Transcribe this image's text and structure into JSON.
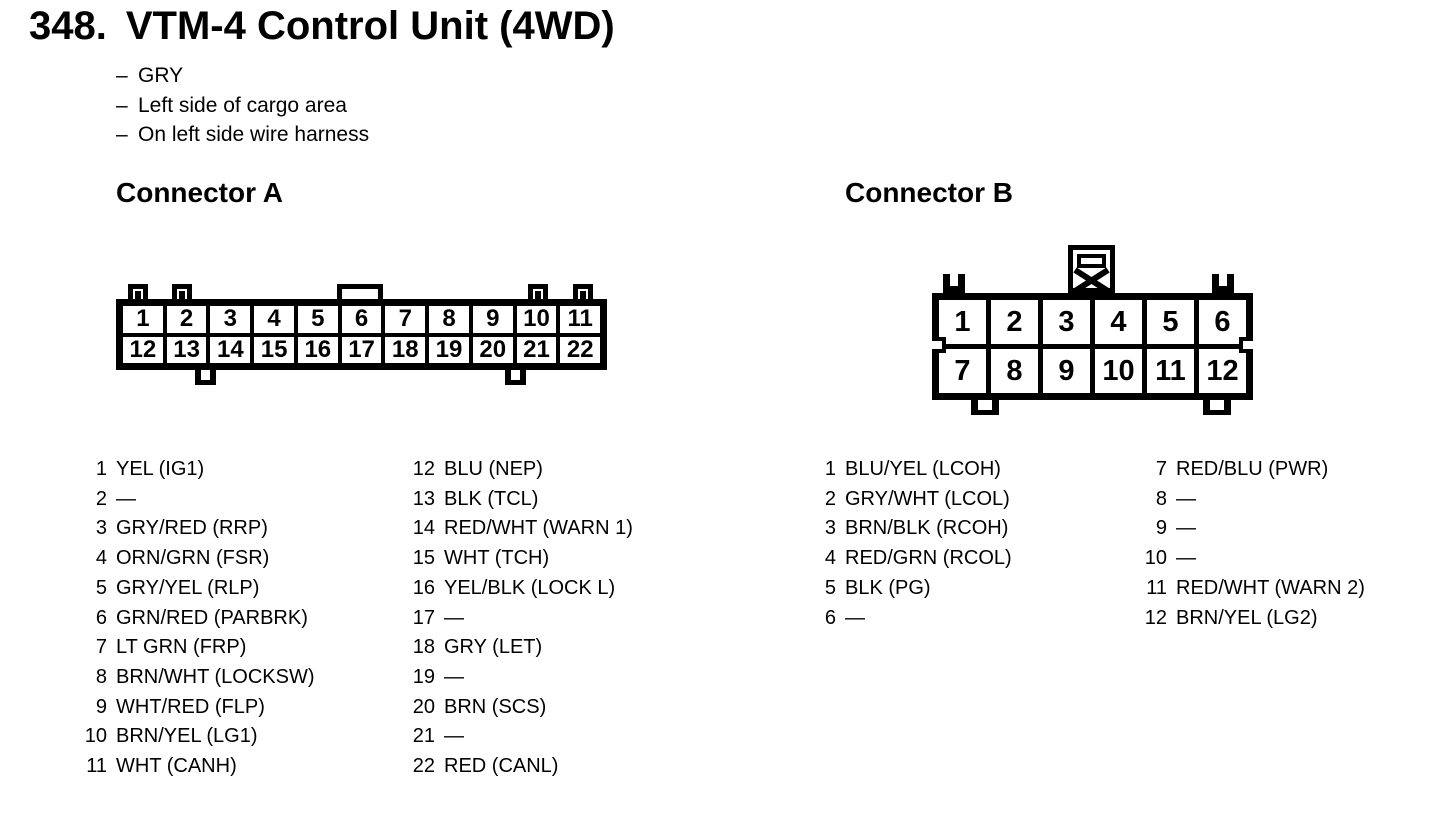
{
  "page": {
    "section_number": "348.",
    "title": "VTM-4 Control Unit (4WD)",
    "bullet_char": "–",
    "notes": [
      "GRY",
      "Left side of cargo area",
      "On left side wire harness"
    ]
  },
  "colors": {
    "ink": "#000000",
    "paper": "#ffffff"
  },
  "connector_a": {
    "heading": "Connector A",
    "pins_top": [
      "1",
      "2",
      "3",
      "4",
      "5",
      "6",
      "7",
      "8",
      "9",
      "10",
      "11"
    ],
    "pins_bottom": [
      "12",
      "13",
      "14",
      "15",
      "16",
      "17",
      "18",
      "19",
      "20",
      "21",
      "22"
    ],
    "list_col1": [
      {
        "num": "1",
        "label": "YEL (IG1)"
      },
      {
        "num": "2",
        "label": "—"
      },
      {
        "num": "3",
        "label": "GRY/RED (RRP)"
      },
      {
        "num": "4",
        "label": "ORN/GRN (FSR)"
      },
      {
        "num": "5",
        "label": "GRY/YEL (RLP)"
      },
      {
        "num": "6",
        "label": "GRN/RED (PARBRK)"
      },
      {
        "num": "7",
        "label": "LT GRN (FRP)"
      },
      {
        "num": "8",
        "label": "BRN/WHT (LOCKSW)"
      },
      {
        "num": "9",
        "label": "WHT/RED (FLP)"
      },
      {
        "num": "10",
        "label": "BRN/YEL (LG1)"
      },
      {
        "num": "11",
        "label": "WHT (CANH)"
      }
    ],
    "list_col2": [
      {
        "num": "12",
        "label": "BLU (NEP)"
      },
      {
        "num": "13",
        "label": "BLK (TCL)"
      },
      {
        "num": "14",
        "label": "RED/WHT (WARN 1)"
      },
      {
        "num": "15",
        "label": "WHT (TCH)"
      },
      {
        "num": "16",
        "label": "YEL/BLK (LOCK L)"
      },
      {
        "num": "17",
        "label": "—"
      },
      {
        "num": "18",
        "label": "GRY (LET)"
      },
      {
        "num": "19",
        "label": "—"
      },
      {
        "num": "20",
        "label": "BRN (SCS)"
      },
      {
        "num": "21",
        "label": "—"
      },
      {
        "num": "22",
        "label": "RED (CANL)"
      }
    ]
  },
  "connector_b": {
    "heading": "Connector B",
    "pins_top": [
      "1",
      "2",
      "3",
      "4",
      "5",
      "6"
    ],
    "pins_bottom": [
      "7",
      "8",
      "9",
      "10",
      "11",
      "12"
    ],
    "list_col1": [
      {
        "num": "1",
        "label": "BLU/YEL (LCOH)"
      },
      {
        "num": "2",
        "label": "GRY/WHT (LCOL)"
      },
      {
        "num": "3",
        "label": "BRN/BLK (RCOH)"
      },
      {
        "num": "4",
        "label": "RED/GRN (RCOL)"
      },
      {
        "num": "5",
        "label": "BLK (PG)"
      },
      {
        "num": "6",
        "label": "—"
      }
    ],
    "list_col2": [
      {
        "num": "7",
        "label": "RED/BLU (PWR)"
      },
      {
        "num": "8",
        "label": "—"
      },
      {
        "num": "9",
        "label": "—"
      },
      {
        "num": "10",
        "label": "—"
      },
      {
        "num": "11",
        "label": "RED/WHT (WARN 2)"
      },
      {
        "num": "12",
        "label": "BRN/YEL (LG2)"
      }
    ]
  }
}
